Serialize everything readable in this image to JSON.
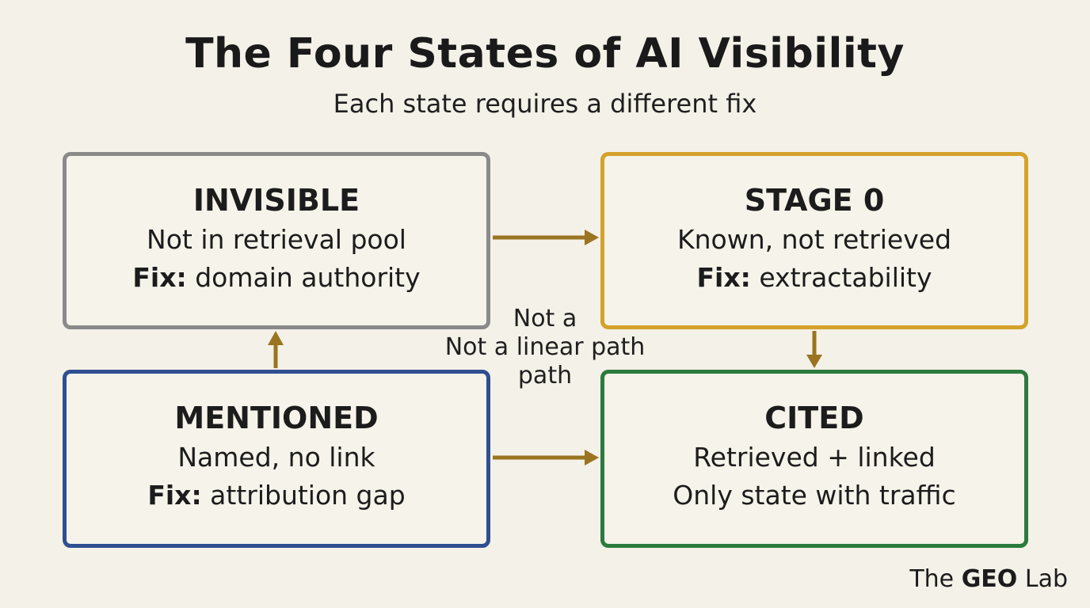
{
  "title": "The Four States of AI Visibility",
  "subtitle": "Each state requires a different fix",
  "states": {
    "invisible": {
      "heading": "INVISIBLE",
      "description": "Not in retrieval pool",
      "fix_label": "Fix:",
      "fix_text": "domain authority",
      "border_color": "#8a8a8a"
    },
    "stage0": {
      "heading": "STAGE 0",
      "description": "Known, not retrieved",
      "fix_label": "Fix:",
      "fix_text": "extractability",
      "border_color": "#d4a22b"
    },
    "mentioned": {
      "heading": "MENTIONED",
      "description": "Named, no link",
      "fix_label": "Fix:",
      "fix_text": "attribution gap",
      "border_color": "#2f4f92"
    },
    "cited": {
      "heading": "CITED",
      "description": "Retrieved + linked",
      "note": "Only state with traffic",
      "border_color": "#2c7a3e"
    }
  },
  "center_note": {
    "line1": "Not a",
    "line2": "Not a linear path",
    "line3": "path"
  },
  "arrow_color": "#9a7420",
  "logo": {
    "prefix": "The",
    "brand": "GEO",
    "suffix": "Lab"
  }
}
